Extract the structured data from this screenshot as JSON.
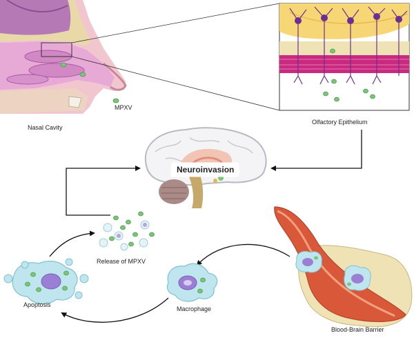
{
  "labels": {
    "nasal_cavity": "Nasal Cavity",
    "mpxv": "MPXV",
    "olfactory_epithelium": "Olfactory Epithelium",
    "neuroinvasion": "Neuroinvasion",
    "release": "Release of MPXV",
    "macrophage": "Macrophage",
    "apoptosis": "Apoptosis",
    "bbb": "Blood-Brain Barrier"
  },
  "colors": {
    "virus": "#7cc47a",
    "virus_dark": "#4e9a4c",
    "tissue_pink": "#e7a9d6",
    "tissue_purple": "#b070b8",
    "cell_cyan": "#bfe6ee",
    "nucleus": "#9b7fd4",
    "vessel": "#d9583a",
    "vessel_light": "#f0a27e",
    "bone": "#efe2b4",
    "neuron": "#6a2f93",
    "arrow": "#111111"
  }
}
